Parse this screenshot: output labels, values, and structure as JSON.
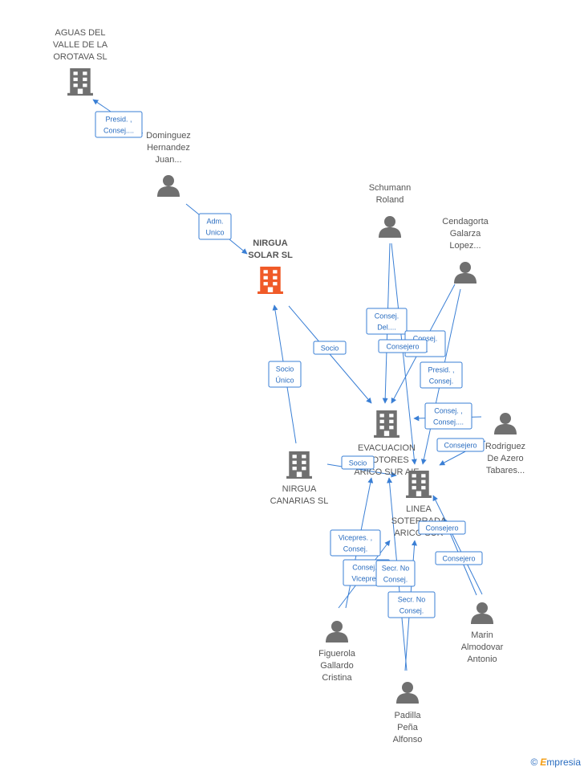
{
  "colors": {
    "edge": "#3a7fd5",
    "node": "#707070",
    "main": "#f05a28"
  },
  "brand": {
    "copyright": "©",
    "name_first": "E",
    "name_rest": "mpresia"
  },
  "nodes": [
    {
      "id": "aguas",
      "kind": "company",
      "lines": [
        "AGUAS DEL",
        "VALLE DE LA",
        "OROTAVA SL"
      ],
      "label_pos": "above"
    },
    {
      "id": "dominguez",
      "kind": "person",
      "lines": [
        "Dominguez",
        "Hernandez",
        "Juan..."
      ],
      "label_pos": "above"
    },
    {
      "id": "nirgua_solar",
      "kind": "main",
      "lines": [
        "NIRGUA",
        "SOLAR SL"
      ],
      "label_pos": "above"
    },
    {
      "id": "schumann",
      "kind": "person",
      "lines": [
        "Schumann",
        "Roland"
      ],
      "label_pos": "above"
    },
    {
      "id": "cendagorta",
      "kind": "person",
      "lines": [
        "Cendagorta",
        "Galarza",
        "Lopez..."
      ],
      "label_pos": "above"
    },
    {
      "id": "evacuacion",
      "kind": "company",
      "lines": [
        "EVACUACION",
        "MOTORES",
        "ARICO SUR AIE"
      ],
      "label_pos": "below"
    },
    {
      "id": "rodriguez",
      "kind": "person",
      "lines": [
        "Rodriguez",
        "De Azero",
        "Tabares..."
      ],
      "label_pos": "below"
    },
    {
      "id": "nirgua_canarias",
      "kind": "company",
      "lines": [
        "NIRGUA",
        "CANARIAS SL"
      ],
      "label_pos": "below"
    },
    {
      "id": "linea",
      "kind": "company",
      "lines": [
        "LINEA",
        "SOTERRADA",
        "ARICO SUR"
      ],
      "label_pos": "below"
    },
    {
      "id": "marin",
      "kind": "person",
      "lines": [
        "Marin",
        "Almodovar",
        "Antonio"
      ],
      "label_pos": "below"
    },
    {
      "id": "figuerola",
      "kind": "person",
      "lines": [
        "Figuerola",
        "Gallardo",
        "Cristina"
      ],
      "label_pos": "below"
    },
    {
      "id": "padilla",
      "kind": "person",
      "lines": [
        "Padilla",
        "Peña",
        "Alfonso"
      ],
      "label_pos": "below"
    }
  ],
  "edges": [
    {
      "id": "e1",
      "from": "dominguez",
      "to": "aguas",
      "lines": [
        "Presid. ,",
        "Consej...."
      ]
    },
    {
      "id": "e2",
      "from": "dominguez",
      "to": "nirgua_solar",
      "lines": [
        "Adm.",
        "Unico"
      ]
    },
    {
      "id": "e3",
      "from": "nirgua_canarias",
      "to": "nirgua_solar",
      "lines": [
        "Socio",
        "Único"
      ]
    },
    {
      "id": "e4",
      "from": "nirgua_solar",
      "to": "evacuacion",
      "lines": [
        "Socio"
      ]
    },
    {
      "id": "e5",
      "from": "schumann",
      "to": "evacuacion",
      "lines": [
        "Consej.",
        "Del...."
      ]
    },
    {
      "id": "e6",
      "from": "cendagorta",
      "to": "evacuacion",
      "lines": [
        "Consej.",
        "..."
      ]
    },
    {
      "id": "e7",
      "from": "schumann",
      "to": "linea",
      "lines": [
        "Consejero"
      ]
    },
    {
      "id": "e8",
      "from": "cendagorta",
      "to": "linea",
      "lines": [
        "Presid. ,",
        "Consej."
      ]
    },
    {
      "id": "e9",
      "from": "rodriguez",
      "to": "evacuacion",
      "lines": [
        "Consej. ,",
        "Consej...."
      ]
    },
    {
      "id": "e10",
      "from": "rodriguez",
      "to": "linea",
      "lines": [
        "Consejero"
      ]
    },
    {
      "id": "e11",
      "from": "nirgua_canarias",
      "to": "linea",
      "lines": [
        "Socio"
      ]
    },
    {
      "id": "e12",
      "from": "marin",
      "to": "linea",
      "lines": [
        "Consejero"
      ]
    },
    {
      "id": "e13",
      "from": "marin",
      "to": "linea",
      "lines": [
        "Consejero"
      ]
    },
    {
      "id": "e14",
      "from": "figuerola",
      "to": "evacuacion",
      "lines": [
        "Vicepres. ,",
        "Consej."
      ]
    },
    {
      "id": "e15",
      "from": "figuerola",
      "to": "linea",
      "lines": [
        "Consej. ,",
        "Vicepres."
      ]
    },
    {
      "id": "e16",
      "from": "padilla",
      "to": "evacuacion",
      "lines": [
        "Secr.  No",
        "Consej."
      ]
    },
    {
      "id": "e17",
      "from": "padilla",
      "to": "linea",
      "lines": [
        "Secr.  No",
        "Consej."
      ]
    }
  ]
}
